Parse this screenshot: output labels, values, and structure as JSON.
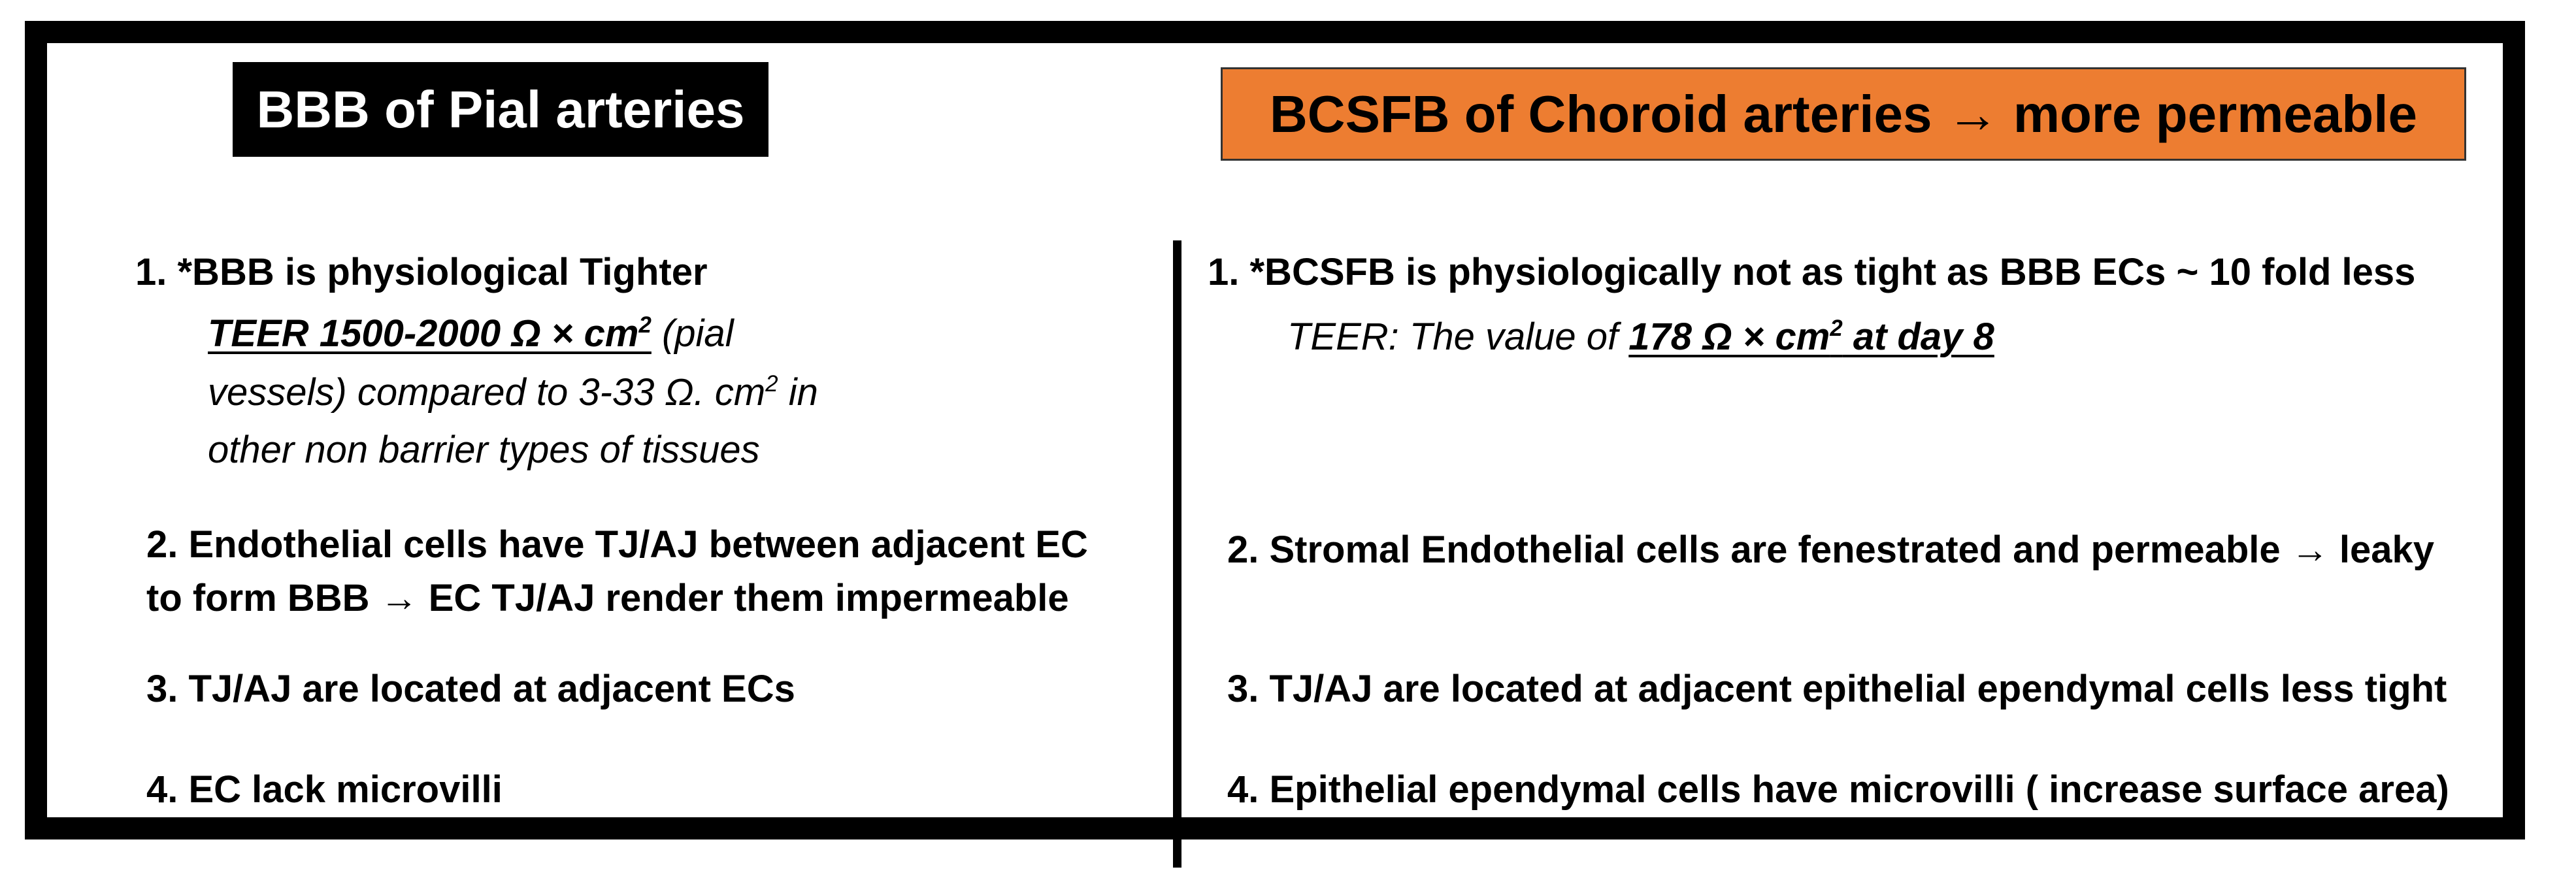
{
  "left": {
    "title": "BBB of Pial arteries",
    "item1": {
      "heading": "1. *BBB is physiological Tighter",
      "teer_value": "TEER 1500-2000 Ω × cm",
      "teer_sup": "2",
      "teer_after": " (pial",
      "line2_a": "vessels) compared to 3-33 Ω. cm",
      "line2_sup": "2",
      "line2_b": " in",
      "line3": "other non barrier types of tissues"
    },
    "item2_line1": "2. Endothelial cells have TJ/AJ between adjacent EC",
    "item2_line2": "to form BBB → EC TJ/AJ render them impermeable",
    "item3": "3. TJ/AJ are located at adjacent ECs",
    "item4": "4. EC lack microvilli"
  },
  "right": {
    "title": "BCSFB of Choroid arteries → more permeable",
    "item1": {
      "heading": "1. *BCSFB is physiologically not as tight as BBB ECs ~ 10 fold less",
      "teer_prefix": "TEER: The value of ",
      "teer_value": "178 Ω × cm",
      "teer_sup": "2",
      "teer_suffix": " at day 8"
    },
    "item2": "2. Stromal Endothelial cells are fenestrated and permeable → leaky",
    "item3": "3. TJ/AJ are located at adjacent epithelial ependymal cells less tight",
    "item4": "4. Epithelial ependymal cells have microvilli ( increase surface area)"
  },
  "colors": {
    "left_title_bg": "#000000",
    "right_title_bg": "#ED7D31"
  }
}
